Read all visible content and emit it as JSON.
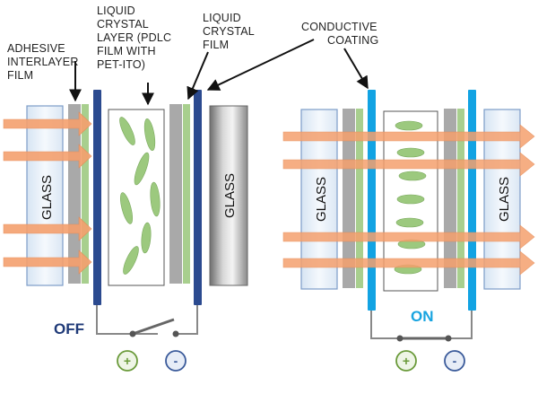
{
  "labels": {
    "adhesive": [
      "ADHESIVE",
      "INTERLAYER",
      "FILM"
    ],
    "lc_layer": [
      "LIQUID",
      "CRYSTAL",
      "LAYER (PDLC",
      "FILM WITH",
      "PET-ITO)"
    ],
    "lc_film": [
      "LIQUID",
      "CRYSTAL",
      "FILM"
    ],
    "conductive": [
      "CONDUCTIVE",
      "COATING"
    ]
  },
  "glass_label": "GLASS",
  "states": {
    "off": "OFF",
    "on": "ON"
  },
  "terminals": {
    "positive": "+",
    "negative": "-"
  },
  "colors": {
    "arrow": "#f5a06e",
    "arrow_edge": "#e58a55",
    "glass_fill": "#e9f1fa",
    "glass_edge": "#7d9cc8",
    "interlayer_gray": "#a9a9a9",
    "film_green": "#a8cf8e",
    "electrode_off": "#2b4a8f",
    "electrode_on": "#12a3e3",
    "droplet": "#9cc97e",
    "droplet_edge": "#7aa95d",
    "plus": "#6a9a3a",
    "minus": "#3a5a9a"
  },
  "switch": {
    "off_state": "open",
    "on_state": "closed"
  }
}
